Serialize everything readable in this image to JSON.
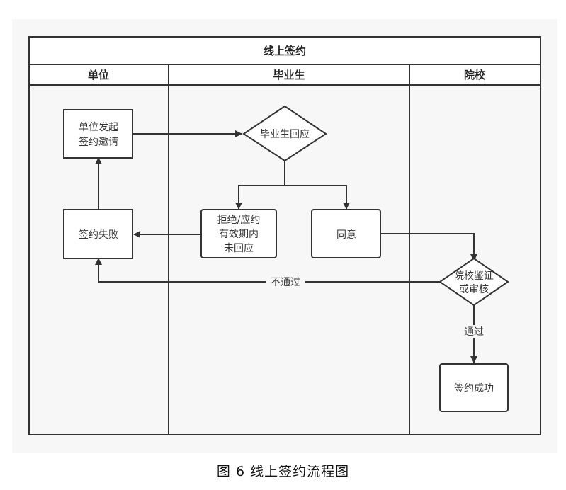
{
  "diagram": {
    "title": "线上签约",
    "lanes": [
      {
        "id": "employer",
        "label": "单位"
      },
      {
        "id": "graduate",
        "label": "毕业生"
      },
      {
        "id": "school",
        "label": "院校"
      }
    ],
    "nodes": {
      "invite": {
        "lines": [
          "单位发起",
          "签约邀请"
        ],
        "shape": "rect"
      },
      "fail": {
        "lines": [
          "签约失败"
        ],
        "shape": "rect"
      },
      "respond": {
        "lines": [
          "毕业生回应"
        ],
        "shape": "diamond"
      },
      "reject": {
        "lines": [
          "拒绝/应约",
          "有效期内",
          "未回应"
        ],
        "shape": "rounded-rect"
      },
      "agree": {
        "lines": [
          "同意"
        ],
        "shape": "rounded-rect"
      },
      "verify": {
        "lines": [
          "院校鉴证",
          "或审核"
        ],
        "shape": "diamond"
      },
      "success": {
        "lines": [
          "签约成功"
        ],
        "shape": "rounded-rect"
      }
    },
    "edges": [
      {
        "from": "invite",
        "to": "respond",
        "label": ""
      },
      {
        "from": "respond",
        "to": "reject",
        "label": ""
      },
      {
        "from": "respond",
        "to": "agree",
        "label": ""
      },
      {
        "from": "reject",
        "to": "fail",
        "label": ""
      },
      {
        "from": "fail",
        "to": "invite",
        "label": ""
      },
      {
        "from": "agree",
        "to": "verify",
        "label": ""
      },
      {
        "from": "verify",
        "to": "fail",
        "label": "不通过"
      },
      {
        "from": "verify",
        "to": "success",
        "label": "通过"
      }
    ],
    "colors": {
      "line": "#333333",
      "background": "#f7f7f7",
      "node_fill": "#ffffff"
    }
  },
  "caption": "图 6  线上签约流程图"
}
